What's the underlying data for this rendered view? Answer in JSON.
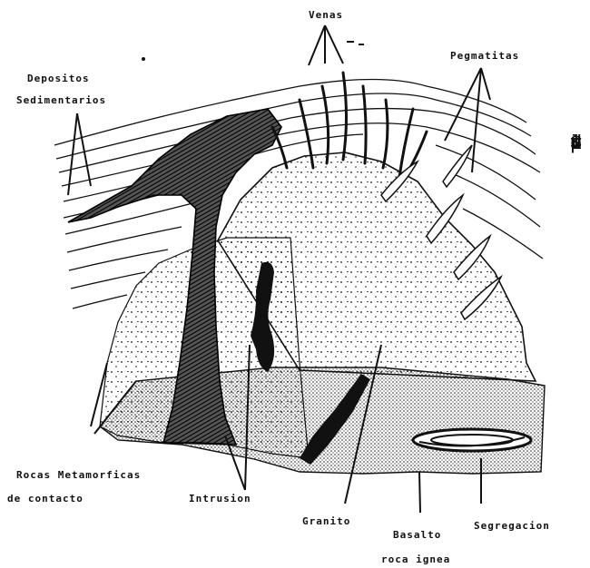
{
  "labels": {
    "venas": "Venas",
    "pegmatitas": "Pegmatitas",
    "depositos_1": "Depositos",
    "depositos_2": "Sedimentarios",
    "rocas_1": "Rocas Metamorficas",
    "rocas_2": "de contacto",
    "intrusion": "Intrusion",
    "granito": "Granito",
    "basalto": "Basalto",
    "roca_ignea": "roca ignea",
    "segregacion": "Segregacion"
  },
  "side_text": [
    "S",
    "c",
    "l",
    "d",
    "r",
    "v",
    "p"
  ]
}
